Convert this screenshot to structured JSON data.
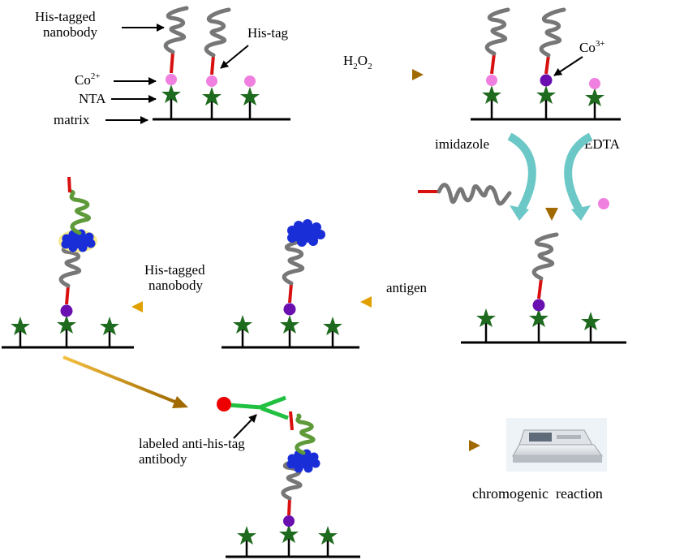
{
  "labels": {
    "his_tagged_nanobody": [
      "His-tagged",
      "nanobody"
    ],
    "his_tag": "His-tag",
    "co2": {
      "base": "Co",
      "sup": "2+"
    },
    "nta": "NTA",
    "matrix": "matrix",
    "h2o2": {
      "h": "H",
      "s1": "2",
      "o": "O",
      "s2": "2"
    },
    "co3": {
      "base": "Co",
      "sup": "3+"
    },
    "imidazole": "imidazole",
    "edta": "EDTA",
    "antigen": "antigen",
    "his_tagged_nanobody_mid": [
      "His-tagged",
      "nanobody"
    ],
    "labeled_antibody": [
      "labeled anti-his-tag",
      "antibody"
    ],
    "chromogenic_reaction": "chromogenic  reaction"
  },
  "colors": {
    "coil_gray": "#777777",
    "coil_green": "#5e9a3a",
    "tag_red": "#d81010",
    "co2_pink": "#f080e0",
    "co3_purple": "#6a0fb0",
    "nta_star": "#1e6a1e",
    "antigen_blue": "#1a2ed8",
    "arrow_gold": "#e0a000",
    "arrow_brown": "#8b5a00",
    "curved_arrow_teal": "#6cc7c7",
    "antibody_green": "#22c040",
    "label_red": "#ee0000"
  },
  "icons": {
    "reader": "microplate-reader-icon"
  }
}
